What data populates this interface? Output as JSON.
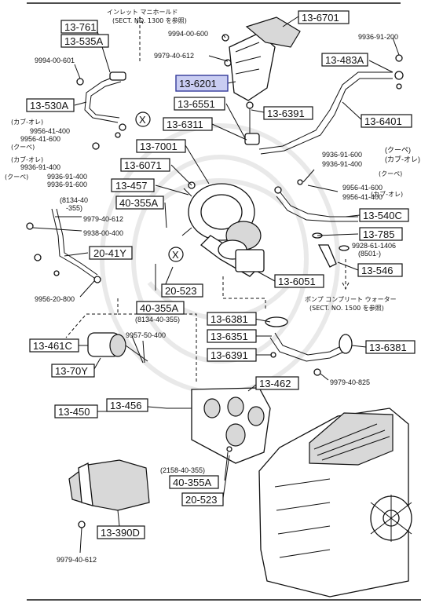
{
  "diagram": {
    "intake_ref": {
      "jp": "インレット マニホールド",
      "sect": "(SECT. NO. 1300 を参照)"
    },
    "water_pump_ref": {
      "jp": "ポンプ コンプリート ウォーター",
      "sect": "(SECT. NO. 1500 を参照)"
    },
    "callouts": [
      {
        "id": "13-761",
        "boxed": true
      },
      {
        "id": "13-535A",
        "boxed": true
      },
      {
        "id": "9994-00-601",
        "boxed": false
      },
      {
        "id": "13-530A",
        "boxed": true
      },
      {
        "id": "9956-41-400",
        "boxed": false
      },
      {
        "id": "9956-41-600",
        "boxed": false
      },
      {
        "id": "9936-91-400",
        "boxed": false
      },
      {
        "id": "9936-91-600",
        "boxed": false
      },
      {
        "id": "9979-40-612",
        "boxed": false
      },
      {
        "id": "9938-00-400",
        "boxed": false
      },
      {
        "id": "20-41Y",
        "boxed": true
      },
      {
        "id": "9956-20-800",
        "boxed": false
      },
      {
        "id": "13-457",
        "boxed": true
      },
      {
        "id": "40-355A",
        "boxed": true
      },
      {
        "id": "20-523",
        "boxed": true
      },
      {
        "id": "13-6071",
        "boxed": true
      },
      {
        "id": "13-7001",
        "boxed": true
      },
      {
        "id": "13-6311",
        "boxed": true
      },
      {
        "id": "13-6551",
        "boxed": true
      },
      {
        "id": "13-6391",
        "boxed": true
      },
      {
        "id": "13-6201",
        "boxed": true,
        "highlight": true
      },
      {
        "id": "9994-00-600",
        "boxed": false
      },
      {
        "id": "13-6701",
        "boxed": true
      },
      {
        "id": "9936-91-200",
        "boxed": false
      },
      {
        "id": "13-483A",
        "boxed": true
      },
      {
        "id": "13-6401",
        "boxed": true
      },
      {
        "id": "13-540C",
        "boxed": true
      },
      {
        "id": "13-785",
        "boxed": true
      },
      {
        "id": "9928-61-1406",
        "boxed": false
      },
      {
        "id": "13-546",
        "boxed": true
      },
      {
        "id": "13-6051",
        "boxed": true
      },
      {
        "id": "13-6381",
        "boxed": true
      },
      {
        "id": "13-6351",
        "boxed": true
      },
      {
        "id": "13-461C",
        "boxed": true
      },
      {
        "id": "13-70Y",
        "boxed": true
      },
      {
        "id": "9957-50-400",
        "boxed": false
      },
      {
        "id": "13-462",
        "boxed": true
      },
      {
        "id": "9979-40-825",
        "boxed": false
      },
      {
        "id": "13-450",
        "boxed": true
      },
      {
        "id": "13-456",
        "boxed": true
      },
      {
        "id": "13-390D",
        "boxed": true
      }
    ],
    "notes": {
      "cab_over": "(カブ-オレ)",
      "coupe": "(クーペ)",
      "coupe_936": "(クーペ)",
      "range_8134": "(8134-40",
      "range_8134b": "-355)",
      "range_8134c": "(8134-40-355)",
      "range_8501": "(8501-)",
      "range_2158": "(2158-40-355)",
      "x_mark": "X"
    }
  }
}
